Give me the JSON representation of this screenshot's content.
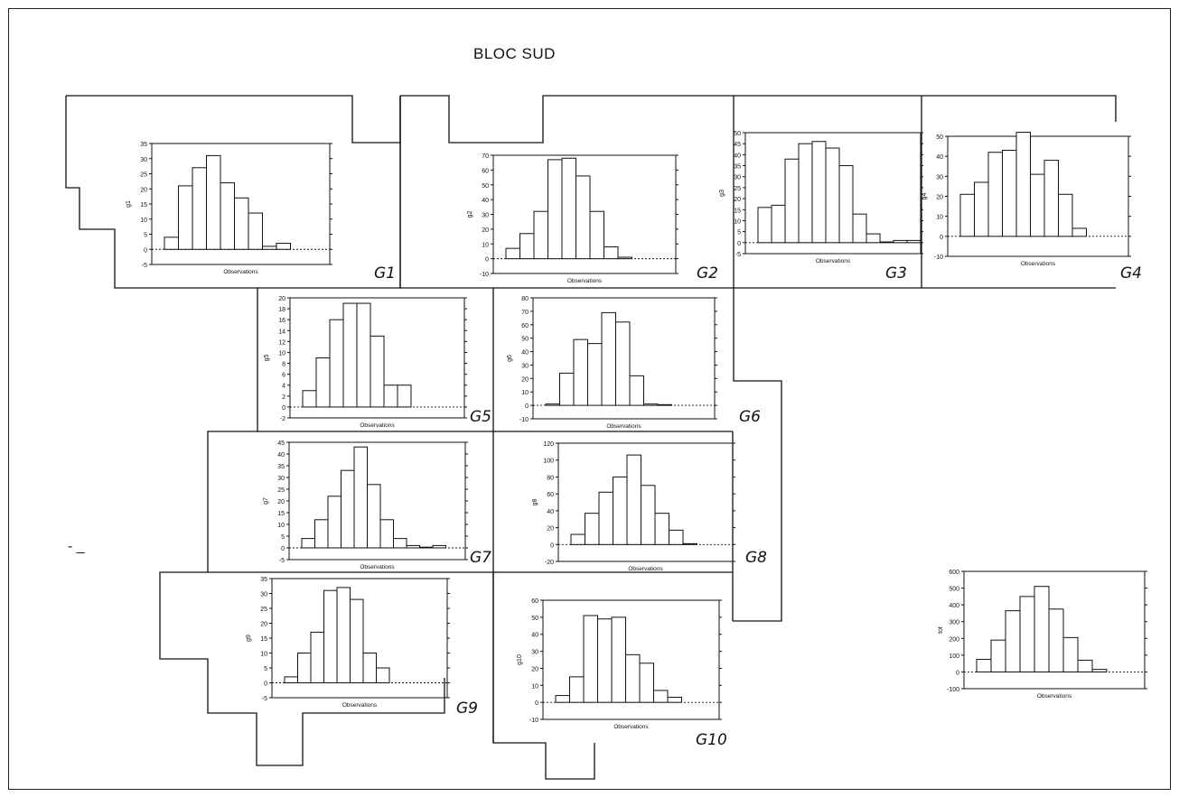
{
  "page": {
    "title": "BLOC SUD",
    "dash_mark": "- _"
  },
  "panels": [
    {
      "id": "G1",
      "handwritten_label": "G1"
    },
    {
      "id": "G2",
      "handwritten_label": "G2"
    },
    {
      "id": "G3",
      "handwritten_label": "G3"
    },
    {
      "id": "G4",
      "handwritten_label": "G4"
    },
    {
      "id": "G5",
      "handwritten_label": "G5"
    },
    {
      "id": "G6",
      "handwritten_label": "G6"
    },
    {
      "id": "G7",
      "handwritten_label": "G7"
    },
    {
      "id": "G8",
      "handwritten_label": "G8"
    },
    {
      "id": "G9",
      "handwritten_label": "G9"
    },
    {
      "id": "G10",
      "handwritten_label": "G10"
    }
  ],
  "chart_data": [
    {
      "type": "bar",
      "ylabel": "g1",
      "xlabel": "Observations",
      "ylim": [
        -5,
        35
      ],
      "yticks": [
        -5,
        0,
        5,
        10,
        15,
        20,
        25,
        30,
        35
      ],
      "values": [
        4,
        21,
        27,
        31,
        22,
        17,
        12,
        1,
        2
      ]
    },
    {
      "type": "bar",
      "ylabel": "g2",
      "xlabel": "Observations",
      "ylim": [
        -10,
        70
      ],
      "yticks": [
        -10,
        0,
        10,
        20,
        30,
        40,
        50,
        60,
        70
      ],
      "values": [
        7,
        17,
        32,
        67,
        68,
        56,
        32,
        8,
        1
      ]
    },
    {
      "type": "bar",
      "ylabel": "g3",
      "xlabel": "Observations",
      "ylim": [
        -5,
        50
      ],
      "yticks": [
        -5,
        0,
        5,
        10,
        15,
        20,
        25,
        30,
        35,
        40,
        45,
        50
      ],
      "values": [
        16,
        17,
        38,
        45,
        46,
        43,
        35,
        13,
        4,
        0,
        1,
        1
      ]
    },
    {
      "type": "bar",
      "ylabel": "g4",
      "xlabel": "Observations",
      "ylim": [
        -10,
        50
      ],
      "yticks": [
        -10,
        0,
        10,
        20,
        30,
        40,
        50
      ],
      "values": [
        21,
        27,
        42,
        43,
        52,
        31,
        38,
        21,
        4
      ]
    },
    {
      "type": "bar",
      "ylabel": "g5",
      "xlabel": "Observations",
      "ylim": [
        -2,
        20
      ],
      "yticks": [
        -2,
        0,
        2,
        4,
        6,
        8,
        10,
        12,
        14,
        16,
        18,
        20
      ],
      "values": [
        3,
        9,
        16,
        19,
        19,
        13,
        4,
        4
      ]
    },
    {
      "type": "bar",
      "ylabel": "g6",
      "xlabel": "Observations",
      "ylim": [
        -10,
        80
      ],
      "yticks": [
        -10,
        0,
        10,
        20,
        30,
        40,
        50,
        60,
        70,
        80
      ],
      "values": [
        1,
        24,
        49,
        46,
        69,
        62,
        22,
        1,
        0
      ]
    },
    {
      "type": "bar",
      "ylabel": "g7",
      "xlabel": "Observations",
      "ylim": [
        -5,
        45
      ],
      "yticks": [
        -5,
        0,
        5,
        10,
        15,
        20,
        25,
        30,
        35,
        40,
        45
      ],
      "values": [
        4,
        12,
        22,
        33,
        43,
        27,
        12,
        4,
        1,
        0,
        1
      ]
    },
    {
      "type": "bar",
      "ylabel": "g8",
      "xlabel": "Observations",
      "ylim": [
        -20,
        120
      ],
      "yticks": [
        -20,
        0,
        20,
        40,
        60,
        80,
        100,
        120
      ],
      "values": [
        12,
        37,
        62,
        80,
        106,
        70,
        37,
        17,
        1
      ]
    },
    {
      "type": "bar",
      "ylabel": "g9",
      "xlabel": "Observations",
      "ylim": [
        -5,
        35
      ],
      "yticks": [
        -5,
        0,
        5,
        10,
        15,
        20,
        25,
        30,
        35
      ],
      "values": [
        2,
        10,
        17,
        31,
        32,
        28,
        10,
        5
      ]
    },
    {
      "type": "bar",
      "ylabel": "g10",
      "xlabel": "Observations",
      "ylim": [
        -10,
        60
      ],
      "yticks": [
        -10,
        0,
        10,
        20,
        30,
        40,
        50,
        60
      ],
      "values": [
        4,
        15,
        51,
        49,
        50,
        28,
        23,
        7,
        3
      ]
    },
    {
      "type": "bar",
      "ylabel": "tot",
      "xlabel": "Observations",
      "ylim": [
        -100,
        600
      ],
      "yticks": [
        -100,
        0,
        100,
        200,
        300,
        400,
        500,
        600
      ],
      "values": [
        75,
        190,
        365,
        450,
        510,
        375,
        205,
        70,
        15
      ]
    }
  ]
}
